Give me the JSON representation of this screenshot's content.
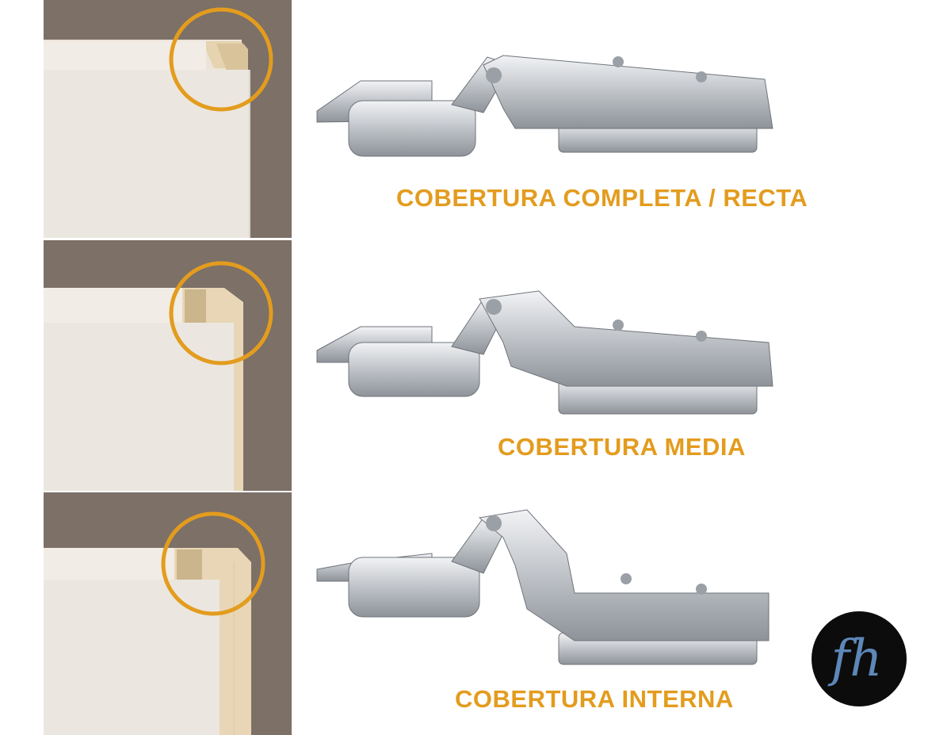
{
  "colors": {
    "accent": "#e39c1e",
    "cabinet_bg": "#7c7067",
    "door": "#ebe7e0",
    "wood_edge": "#e8d6b6",
    "metal": "#c9ccd0"
  },
  "options": [
    {
      "label": "COBERTURA COMPLETA / RECTA",
      "overlay": "full"
    },
    {
      "label": "COBERTURA MEDIA",
      "overlay": "half"
    },
    {
      "label": "COBERTURA INTERNA",
      "overlay": "inset"
    }
  ],
  "logo": {
    "text": "fh"
  }
}
